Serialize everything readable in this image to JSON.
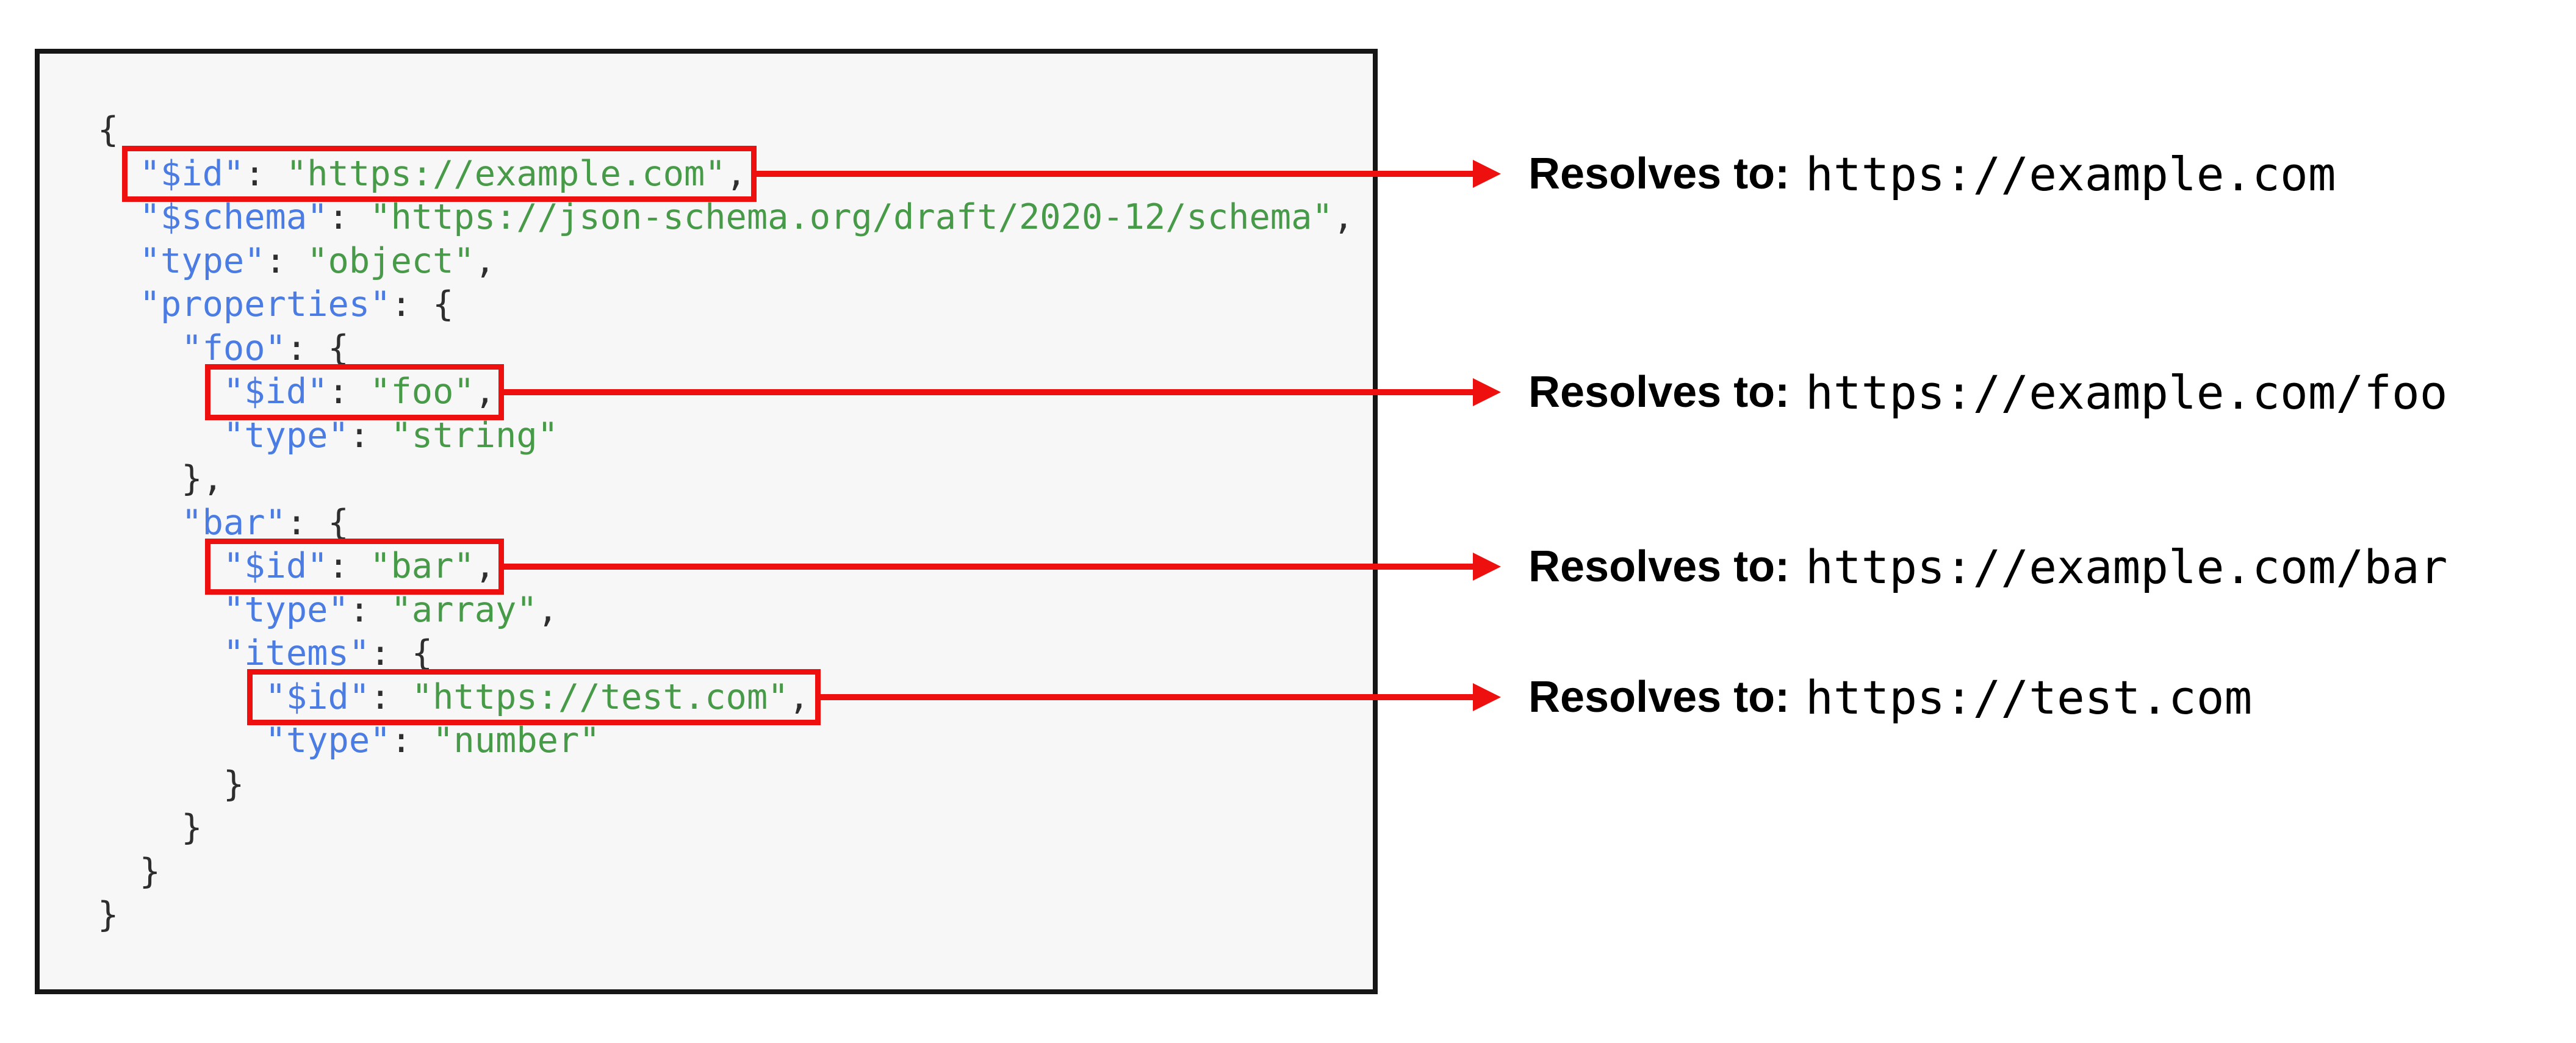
{
  "colors": {
    "key": "#4a7ce4",
    "string": "#479a47",
    "punctuation": "#2e2e2e",
    "highlight_red": "#ee0f0f",
    "panel_background": "#f7f7f7",
    "panel_border": "#161616"
  },
  "code_panel": {
    "language": "json",
    "lines": [
      [
        {
          "c": "p",
          "t": "{"
        }
      ],
      [
        {
          "c": "p",
          "t": "  "
        },
        {
          "c": "k",
          "t": "\"$id\""
        },
        {
          "c": "p",
          "t": ": "
        },
        {
          "c": "s",
          "t": "\"https://example.com\""
        },
        {
          "c": "p",
          "t": ","
        }
      ],
      [
        {
          "c": "p",
          "t": "  "
        },
        {
          "c": "k",
          "t": "\"$schema\""
        },
        {
          "c": "p",
          "t": ": "
        },
        {
          "c": "s",
          "t": "\"https://json-schema.org/draft/2020-12/schema\""
        },
        {
          "c": "p",
          "t": ","
        }
      ],
      [
        {
          "c": "p",
          "t": "  "
        },
        {
          "c": "k",
          "t": "\"type\""
        },
        {
          "c": "p",
          "t": ": "
        },
        {
          "c": "s",
          "t": "\"object\""
        },
        {
          "c": "p",
          "t": ","
        }
      ],
      [
        {
          "c": "p",
          "t": "  "
        },
        {
          "c": "k",
          "t": "\"properties\""
        },
        {
          "c": "p",
          "t": ": {"
        }
      ],
      [
        {
          "c": "p",
          "t": "    "
        },
        {
          "c": "k",
          "t": "\"foo\""
        },
        {
          "c": "p",
          "t": ": {"
        }
      ],
      [
        {
          "c": "p",
          "t": "      "
        },
        {
          "c": "k",
          "t": "\"$id\""
        },
        {
          "c": "p",
          "t": ": "
        },
        {
          "c": "s",
          "t": "\"foo\""
        },
        {
          "c": "p",
          "t": ","
        }
      ],
      [
        {
          "c": "p",
          "t": "      "
        },
        {
          "c": "k",
          "t": "\"type\""
        },
        {
          "c": "p",
          "t": ": "
        },
        {
          "c": "s",
          "t": "\"string\""
        }
      ],
      [
        {
          "c": "p",
          "t": "    },"
        }
      ],
      [
        {
          "c": "p",
          "t": "    "
        },
        {
          "c": "k",
          "t": "\"bar\""
        },
        {
          "c": "p",
          "t": ": {"
        }
      ],
      [
        {
          "c": "p",
          "t": "      "
        },
        {
          "c": "k",
          "t": "\"$id\""
        },
        {
          "c": "p",
          "t": ": "
        },
        {
          "c": "s",
          "t": "\"bar\""
        },
        {
          "c": "p",
          "t": ","
        }
      ],
      [
        {
          "c": "p",
          "t": "      "
        },
        {
          "c": "k",
          "t": "\"type\""
        },
        {
          "c": "p",
          "t": ": "
        },
        {
          "c": "s",
          "t": "\"array\""
        },
        {
          "c": "p",
          "t": ","
        }
      ],
      [
        {
          "c": "p",
          "t": "      "
        },
        {
          "c": "k",
          "t": "\"items\""
        },
        {
          "c": "p",
          "t": ": {"
        }
      ],
      [
        {
          "c": "p",
          "t": "        "
        },
        {
          "c": "k",
          "t": "\"$id\""
        },
        {
          "c": "p",
          "t": ": "
        },
        {
          "c": "s",
          "t": "\"https://test.com\""
        },
        {
          "c": "p",
          "t": ","
        }
      ],
      [
        {
          "c": "p",
          "t": "        "
        },
        {
          "c": "k",
          "t": "\"type\""
        },
        {
          "c": "p",
          "t": ": "
        },
        {
          "c": "s",
          "t": "\"number\""
        }
      ],
      [
        {
          "c": "p",
          "t": "      }"
        }
      ],
      [
        {
          "c": "p",
          "t": "    }"
        }
      ],
      [
        {
          "c": "p",
          "t": "  }"
        }
      ],
      [
        {
          "c": "p",
          "t": "}"
        }
      ]
    ],
    "highlighted_lines": [
      2,
      7,
      11,
      14
    ]
  },
  "annotations": [
    {
      "label": "Resolves to:",
      "value": "https://example.com"
    },
    {
      "label": "Resolves to:",
      "value": "https://example.com/foo"
    },
    {
      "label": "Resolves to:",
      "value": "https://example.com/bar"
    },
    {
      "label": "Resolves to:",
      "value": "https://test.com"
    }
  ]
}
